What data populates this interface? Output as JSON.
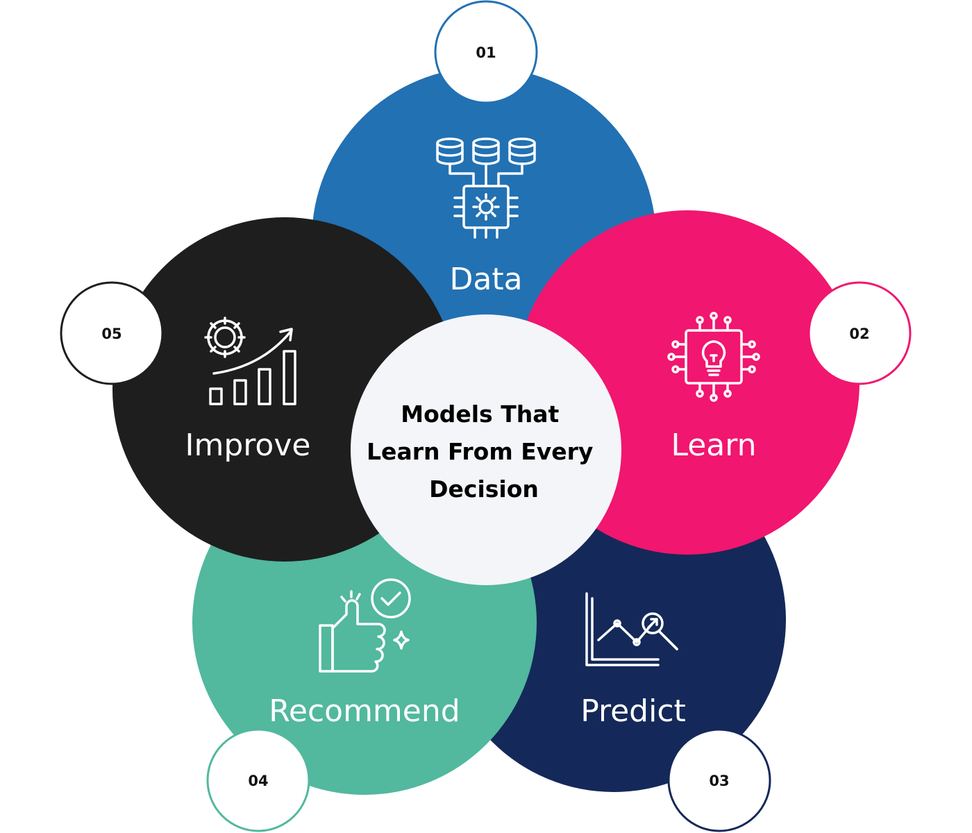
{
  "center": {
    "lines": [
      "Models That",
      "Learn From Every",
      "Decision"
    ]
  },
  "steps": [
    {
      "number": "01",
      "label": "Data",
      "color": "#2271b3",
      "icon": "database-chip-icon"
    },
    {
      "number": "02",
      "label": "Learn",
      "color": "#f1166f",
      "icon": "lightbulb-circuit-icon"
    },
    {
      "number": "03",
      "label": "Predict",
      "color": "#142959",
      "icon": "chart-magnifier-icon"
    },
    {
      "number": "04",
      "label": "Recommend",
      "color": "#52b89e",
      "icon": "thumbs-up-check-icon"
    },
    {
      "number": "05",
      "label": "Improve",
      "color": "#1e1e1e",
      "icon": "gear-growth-icon"
    }
  ],
  "center_color": "#f4f5f8"
}
